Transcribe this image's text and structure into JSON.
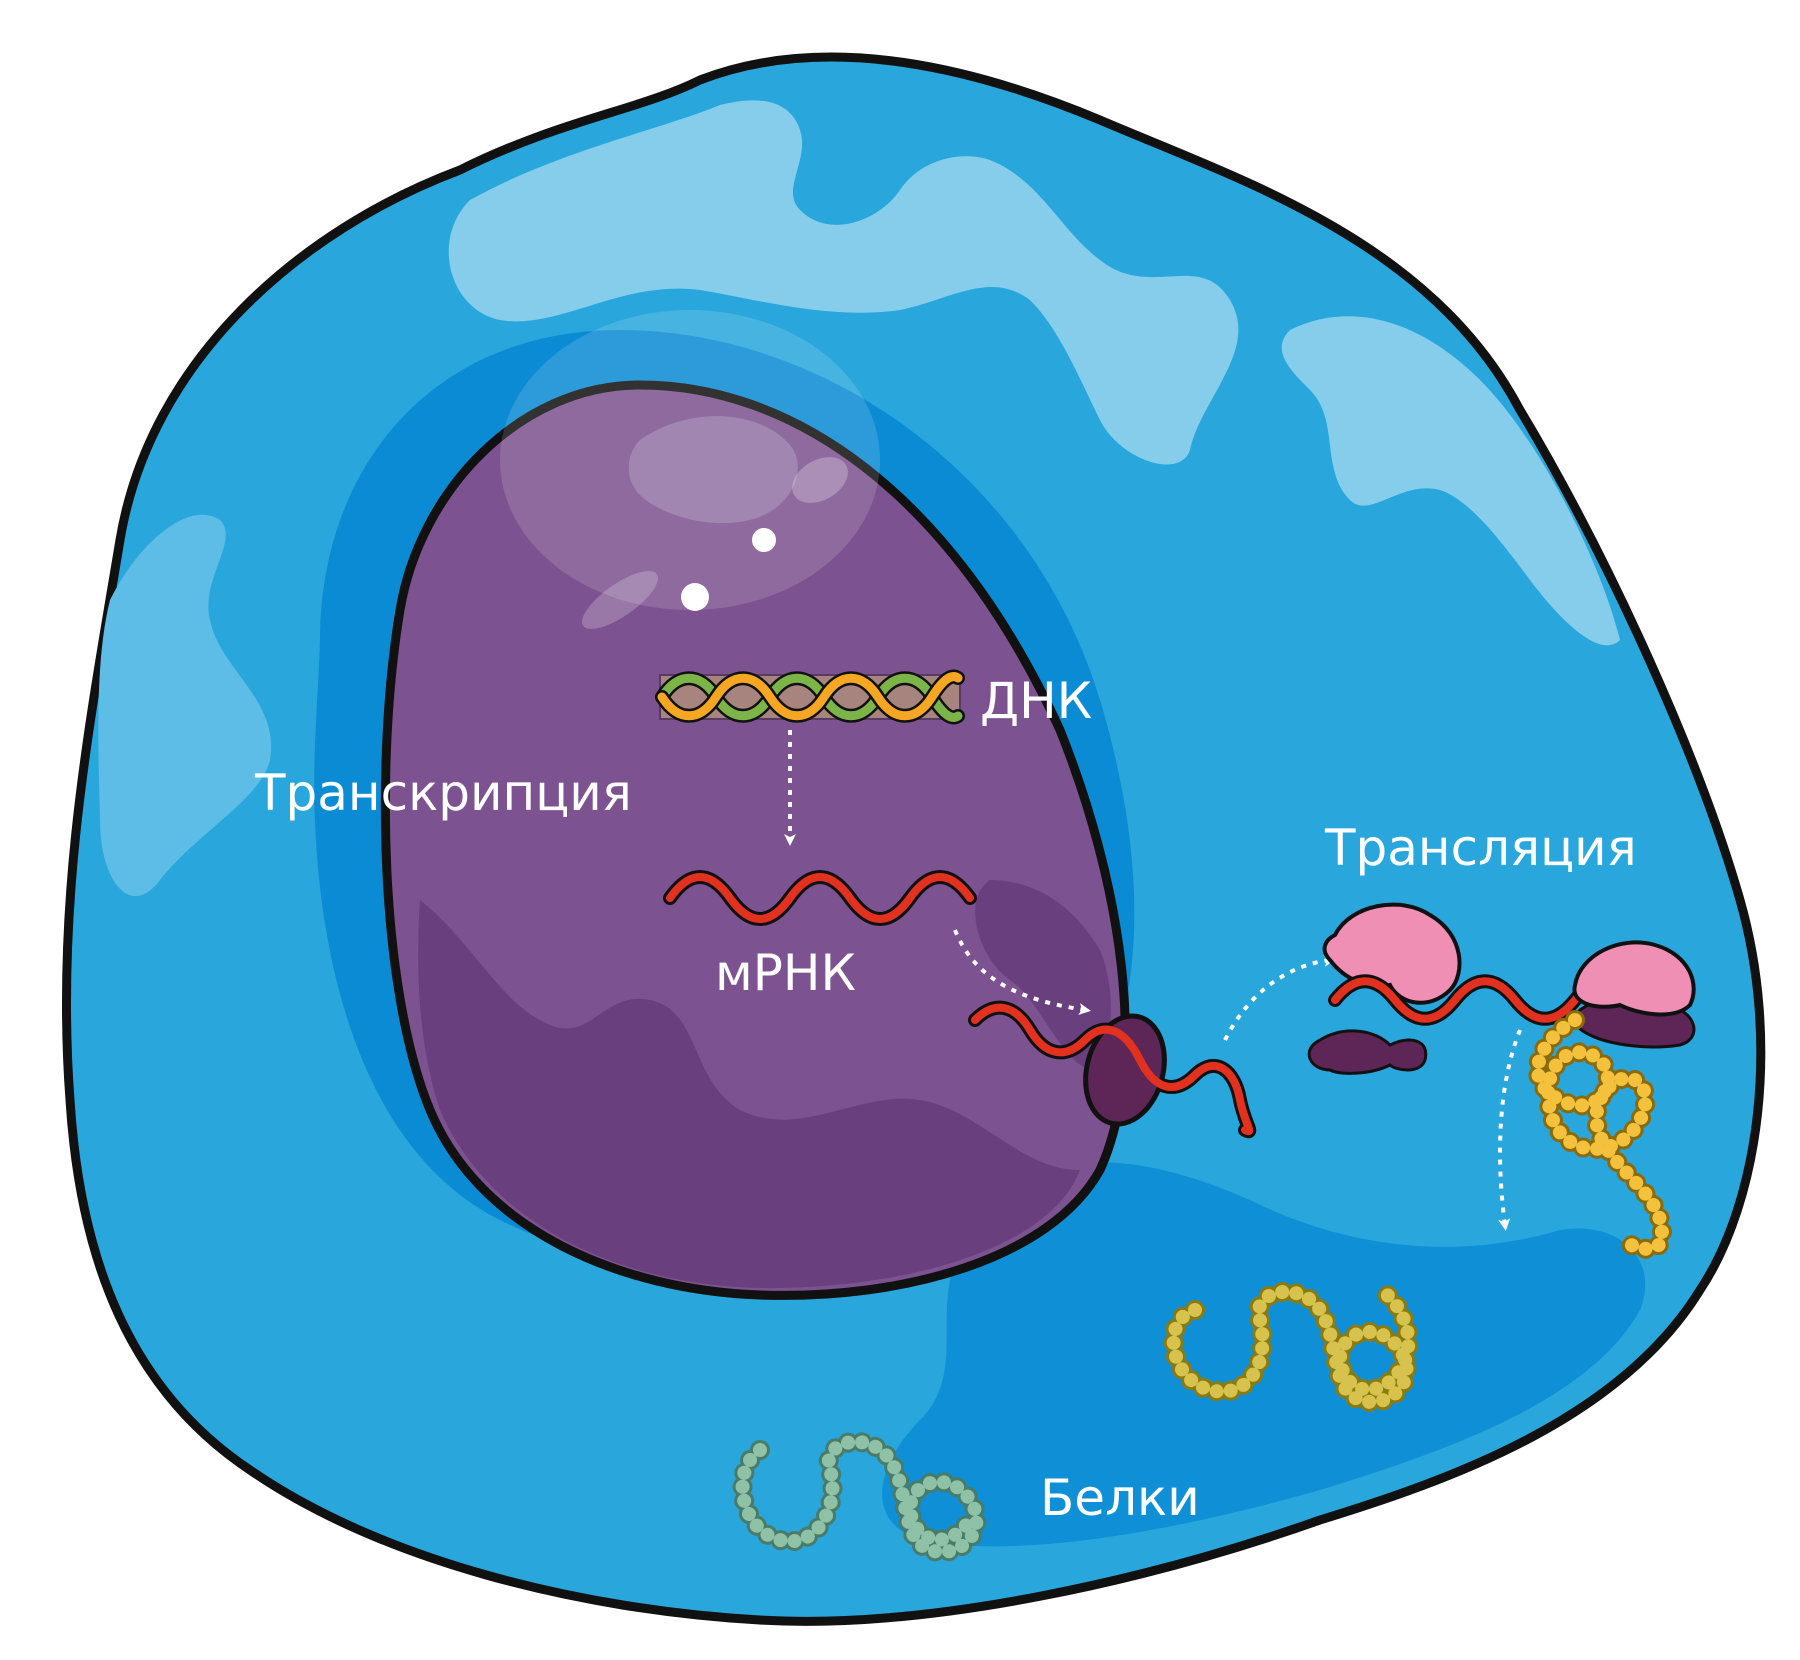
{
  "labels": {
    "dna": "ДНК",
    "transcription": "Транскрипция",
    "mrna": "мРНК",
    "translation": "Трансляция",
    "proteins": "Белки"
  },
  "colors": {
    "background": "#ffffff",
    "cell_outline": "#111111",
    "cytoplasm": "#29a7dc",
    "cytoplasm_light": "#86cdec",
    "cytoplasm_dark": "#0b8bd4",
    "nucleus": "#7d5290",
    "nucleus_dark": "#6a3f7e",
    "nucleus_highlight": "#a48bb5",
    "dna_strand_a": "#f5a623",
    "dna_strand_b": "#7db44a",
    "mrna": "#e2321f",
    "ribosome_large": "#ef8fb4",
    "ribosome_small": "#5e2657",
    "protein_new": "#f4c13c",
    "protein_folded": "#d8c24e",
    "protein_old": "#8fc1a6",
    "arrow": "#ffffff"
  },
  "icons": [
    "dna-helix-icon",
    "mrna-strand-icon",
    "nuclear-pore-icon",
    "ribosome-icon",
    "protein-chain-icon",
    "dotted-arrow-icon"
  ]
}
